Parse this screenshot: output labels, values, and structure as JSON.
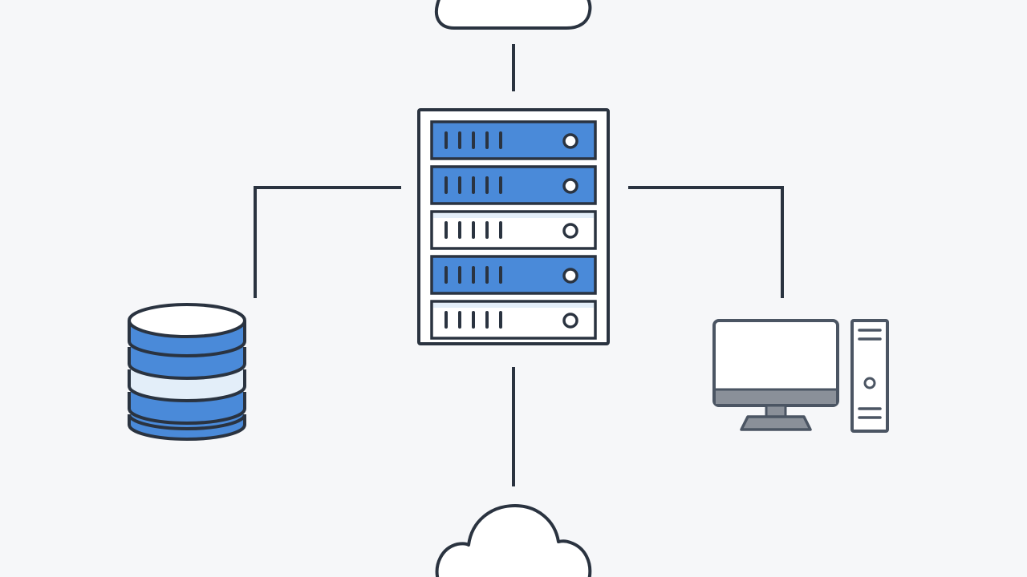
{
  "diagram": {
    "type": "network-topology",
    "colors": {
      "background": "#f6f7f9",
      "line": "#2a3340",
      "accent_blue": "#4a8ad9",
      "light_blue": "#e3eef9",
      "white": "#ffffff",
      "gray": "#8a9099",
      "gray_dark": "#4b5563"
    },
    "nodes": [
      {
        "id": "server-rack",
        "icon": "server-rack-icon",
        "units": 5,
        "unit_fill": [
          "blue",
          "blue",
          "white",
          "blue",
          "white"
        ]
      },
      {
        "id": "cloud-top",
        "icon": "cloud-icon"
      },
      {
        "id": "cloud-bottom",
        "icon": "cloud-icon"
      },
      {
        "id": "database",
        "icon": "database-icon"
      },
      {
        "id": "desktop-computer",
        "icon": "desktop-computer-icon"
      }
    ],
    "edges": [
      {
        "from": "server-rack",
        "to": "cloud-top"
      },
      {
        "from": "server-rack",
        "to": "cloud-bottom"
      },
      {
        "from": "server-rack",
        "to": "database"
      },
      {
        "from": "server-rack",
        "to": "desktop-computer"
      }
    ]
  }
}
